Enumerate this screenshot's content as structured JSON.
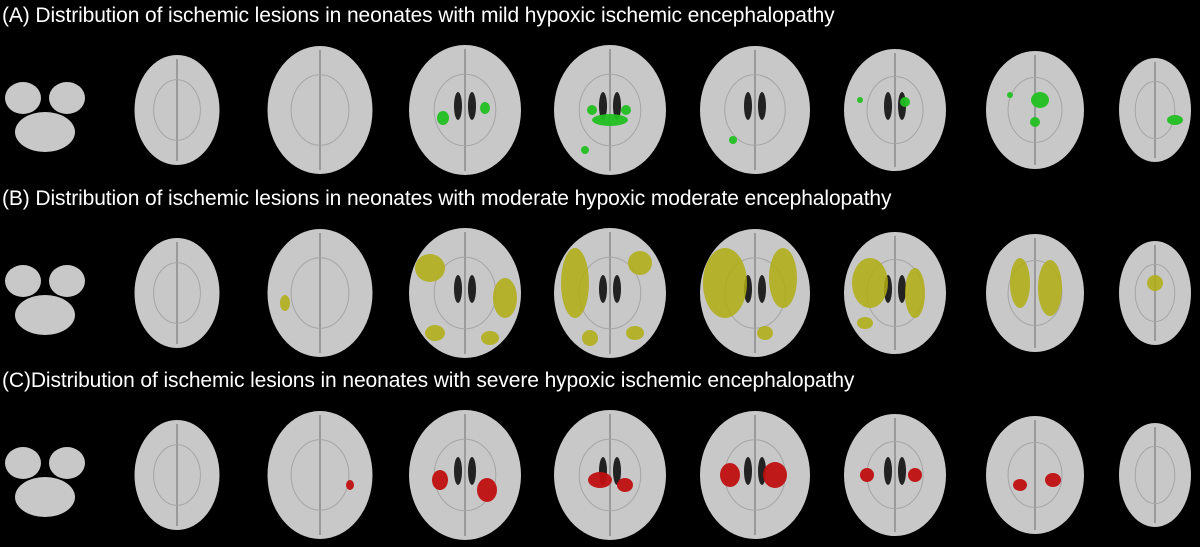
{
  "figure": {
    "panels": [
      {
        "id": "A",
        "title": "(A) Distribution of ischemic lesions in neonates with mild hypoxic ischemic encephalopathy",
        "lesion_color": "#22c022"
      },
      {
        "id": "B",
        "title": "(B) Distribution of ischemic lesions in neonates with moderate hypoxic moderate encephalopathy",
        "lesion_color": "#b0ad10"
      },
      {
        "id": "C",
        "title": "(C)Distribution of ischemic lesions in neonates with severe hypoxic ischemic encephalopathy",
        "lesion_color": "#c01010"
      }
    ],
    "slice_count": 9,
    "background_color": "#000000",
    "brain_color": "#c8c8c8"
  }
}
